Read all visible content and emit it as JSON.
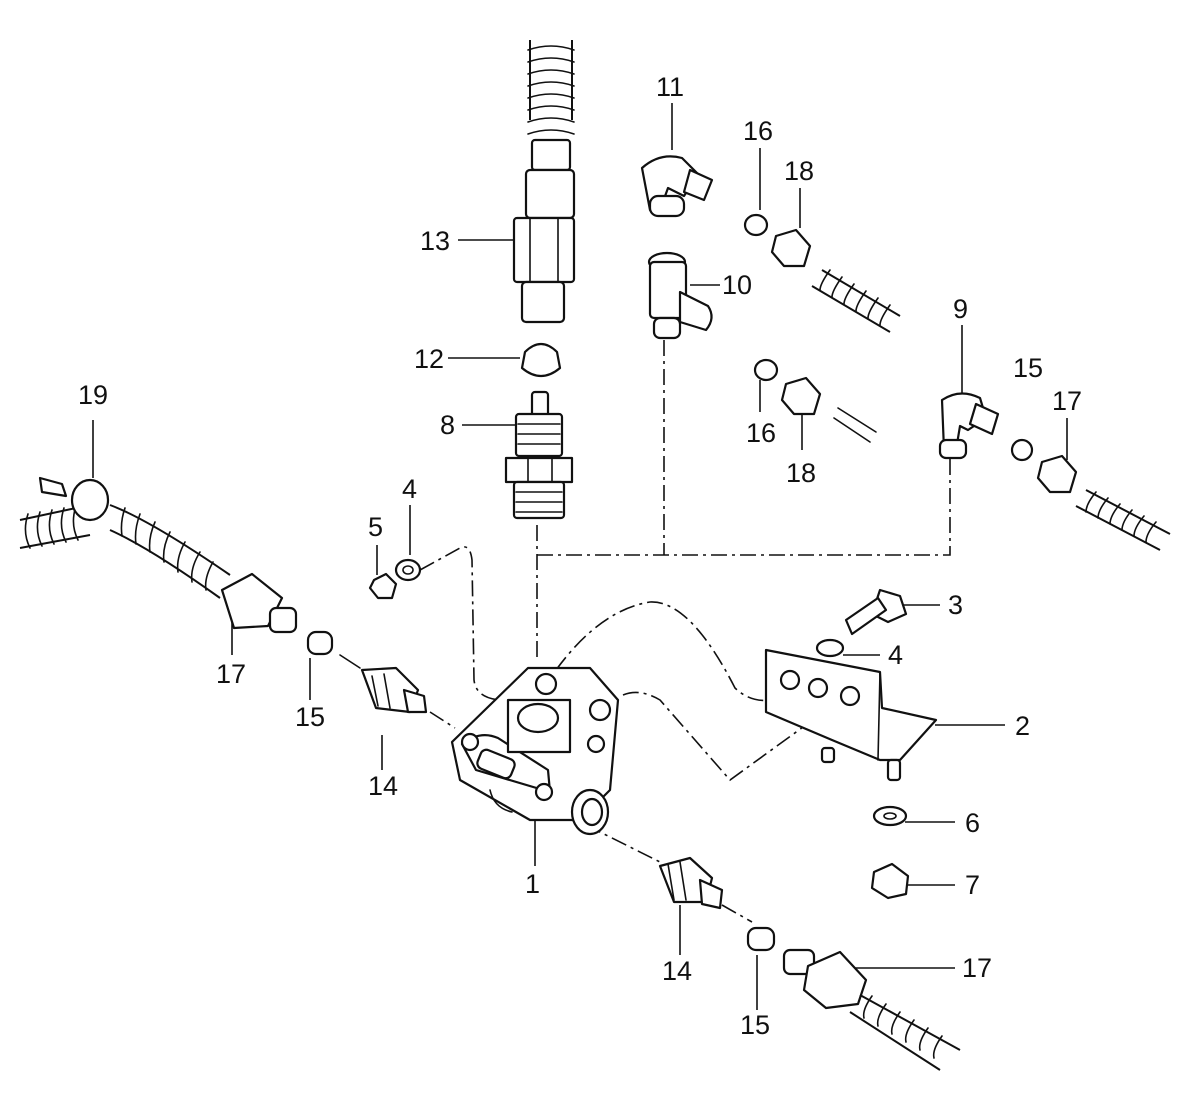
{
  "diagram": {
    "labels": {
      "l1": "1",
      "l2": "2",
      "l3": "3",
      "l4a": "4",
      "l4b": "4",
      "l5": "5",
      "l6": "6",
      "l7": "7",
      "l8": "8",
      "l9": "9",
      "l10": "10",
      "l11": "11",
      "l12": "12",
      "l13": "13",
      "l14a": "14",
      "l14b": "14",
      "l15a": "15",
      "l15b": "15",
      "l15c": "15",
      "l16a": "16",
      "l16b": "16",
      "l17a": "17",
      "l17b": "17",
      "l17c": "17",
      "l18a": "18",
      "l18b": "18",
      "l19": "19"
    }
  }
}
